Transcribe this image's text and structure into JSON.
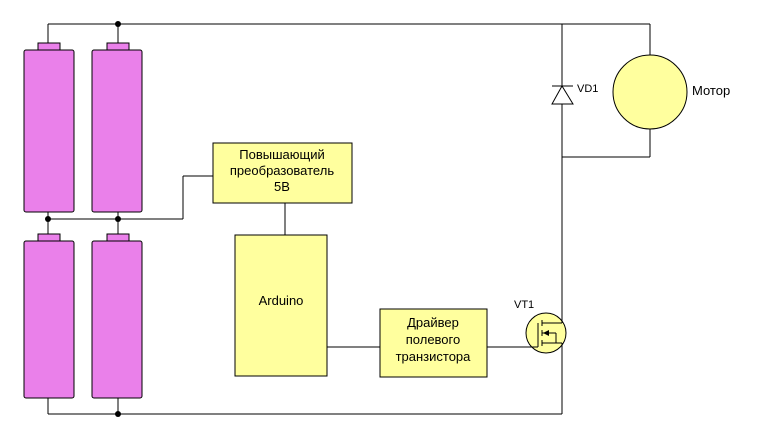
{
  "blocks": {
    "boost_converter": [
      "Повышающий",
      "преобразователь",
      "5В"
    ],
    "arduino": "Arduino",
    "driver": [
      "Драйвер",
      "полевого",
      "транзистора"
    ]
  },
  "components": {
    "diode": "VD1",
    "transistor": "VT1",
    "motor": "Мотор"
  },
  "colors": {
    "battery": "#ea80ea",
    "block": "#ffff9e",
    "motor": "#ffff9e",
    "wire": "#000000"
  }
}
